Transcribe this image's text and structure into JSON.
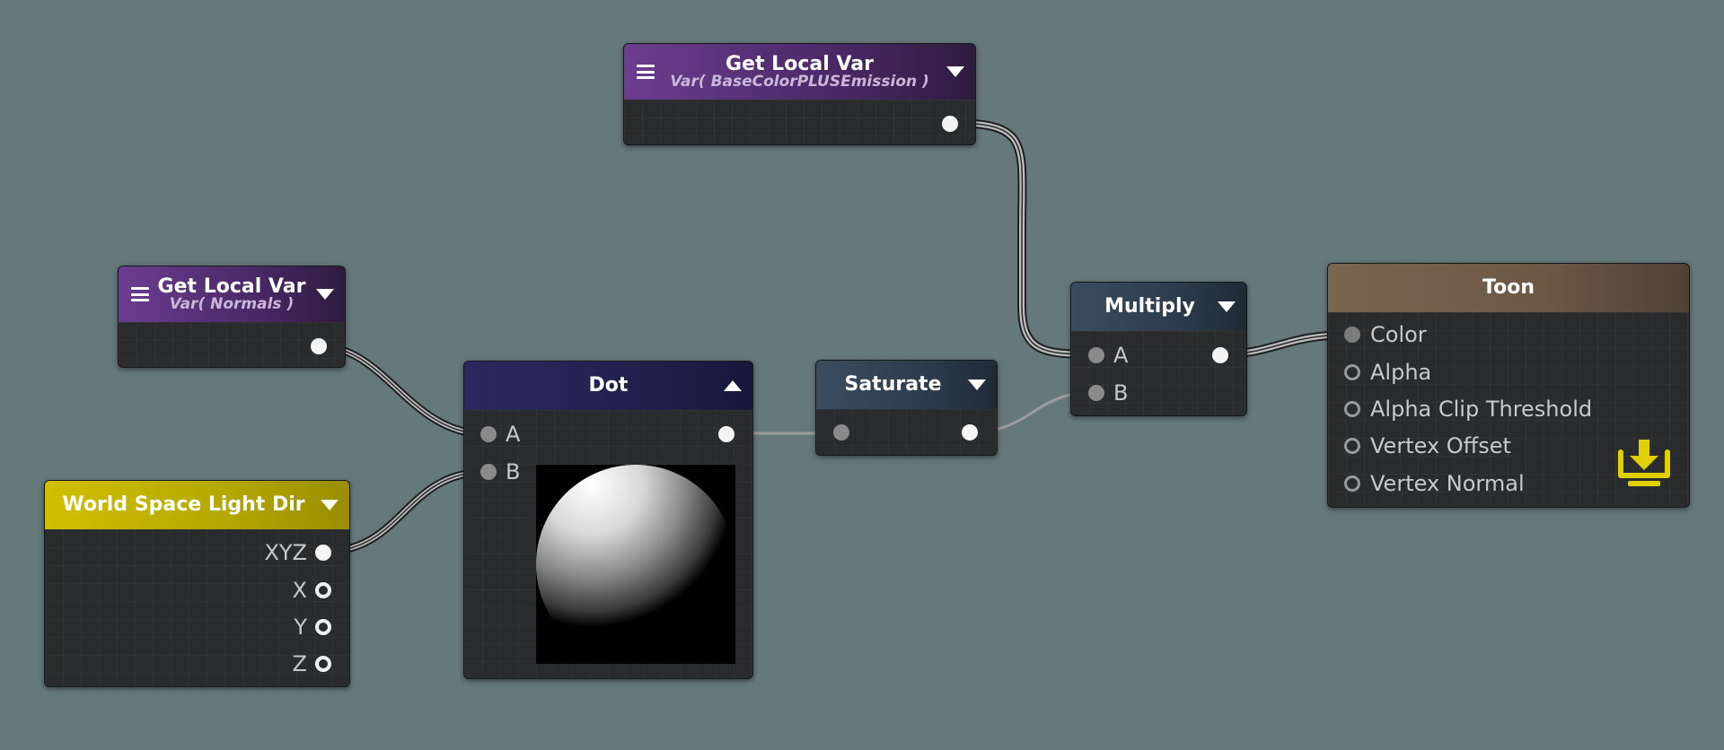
{
  "nodes": {
    "get_local_var_top": {
      "title": "Get Local Var",
      "subtitle": "Var( BaseColorPLUSEmission )"
    },
    "get_local_var_left": {
      "title": "Get Local Var",
      "subtitle": "Var( Normals )"
    },
    "world_space_light_dir": {
      "title": "World Space Light Dir",
      "outputs": [
        "XYZ",
        "X",
        "Y",
        "Z"
      ]
    },
    "dot": {
      "title": "Dot",
      "inputs": [
        "A",
        "B"
      ]
    },
    "saturate": {
      "title": "Saturate"
    },
    "multiply": {
      "title": "Multiply",
      "inputs": [
        "A",
        "B"
      ]
    },
    "toon": {
      "title": "Toon",
      "inputs": [
        "Color",
        "Alpha",
        "Alpha Clip Threshold",
        "Vertex Offset",
        "Vertex Normal"
      ]
    }
  },
  "colors": {
    "canvas": "#65787a",
    "node_body": "#2a2b2d",
    "local_var_header": "#6b3d8f",
    "dot_header": "#2a2960",
    "math_header": "#3a4d60",
    "light_dir_header": "#d0c000",
    "toon_header": "#7a6550",
    "master_icon": "#e0d000"
  },
  "icons": {
    "menu": "hamburger-icon",
    "collapse": "triangle-down-icon",
    "expand": "triangle-up-icon",
    "master_output": "download-tray-icon"
  }
}
